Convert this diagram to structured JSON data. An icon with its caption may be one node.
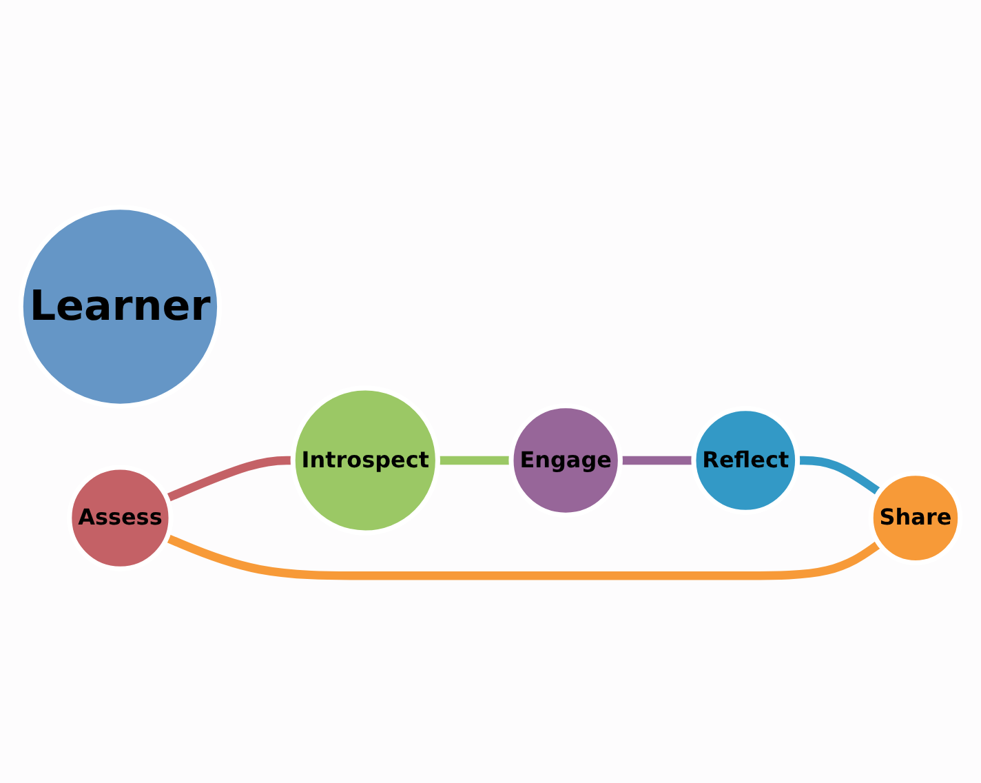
{
  "diagram": {
    "nodes": [
      {
        "text": [
          "Learner"
        ]
      },
      {
        "text": [
          "Assess"
        ]
      },
      {
        "text": [
          "Introspect"
        ]
      },
      {
        "text": [
          "Engage"
        ]
      },
      {
        "text": [
          "Reflect"
        ]
      },
      {
        "text": [
          "Share"
        ]
      }
    ],
    "edges": [
      {
        "from": 1,
        "to": 2,
        "arrow": "none",
        "color": "#c46166"
      },
      {
        "from": 2,
        "to": 3,
        "arrow": "none",
        "color": "#9bc865"
      },
      {
        "from": 3,
        "to": 4,
        "arrow": "none",
        "color": "#976699"
      },
      {
        "from": 4,
        "to": 5,
        "arrow": "none",
        "color": "#3399c6"
      },
      {
        "from": 5,
        "to": 1,
        "arrow": "none",
        "color": "#f79a38"
      }
    ]
  }
}
